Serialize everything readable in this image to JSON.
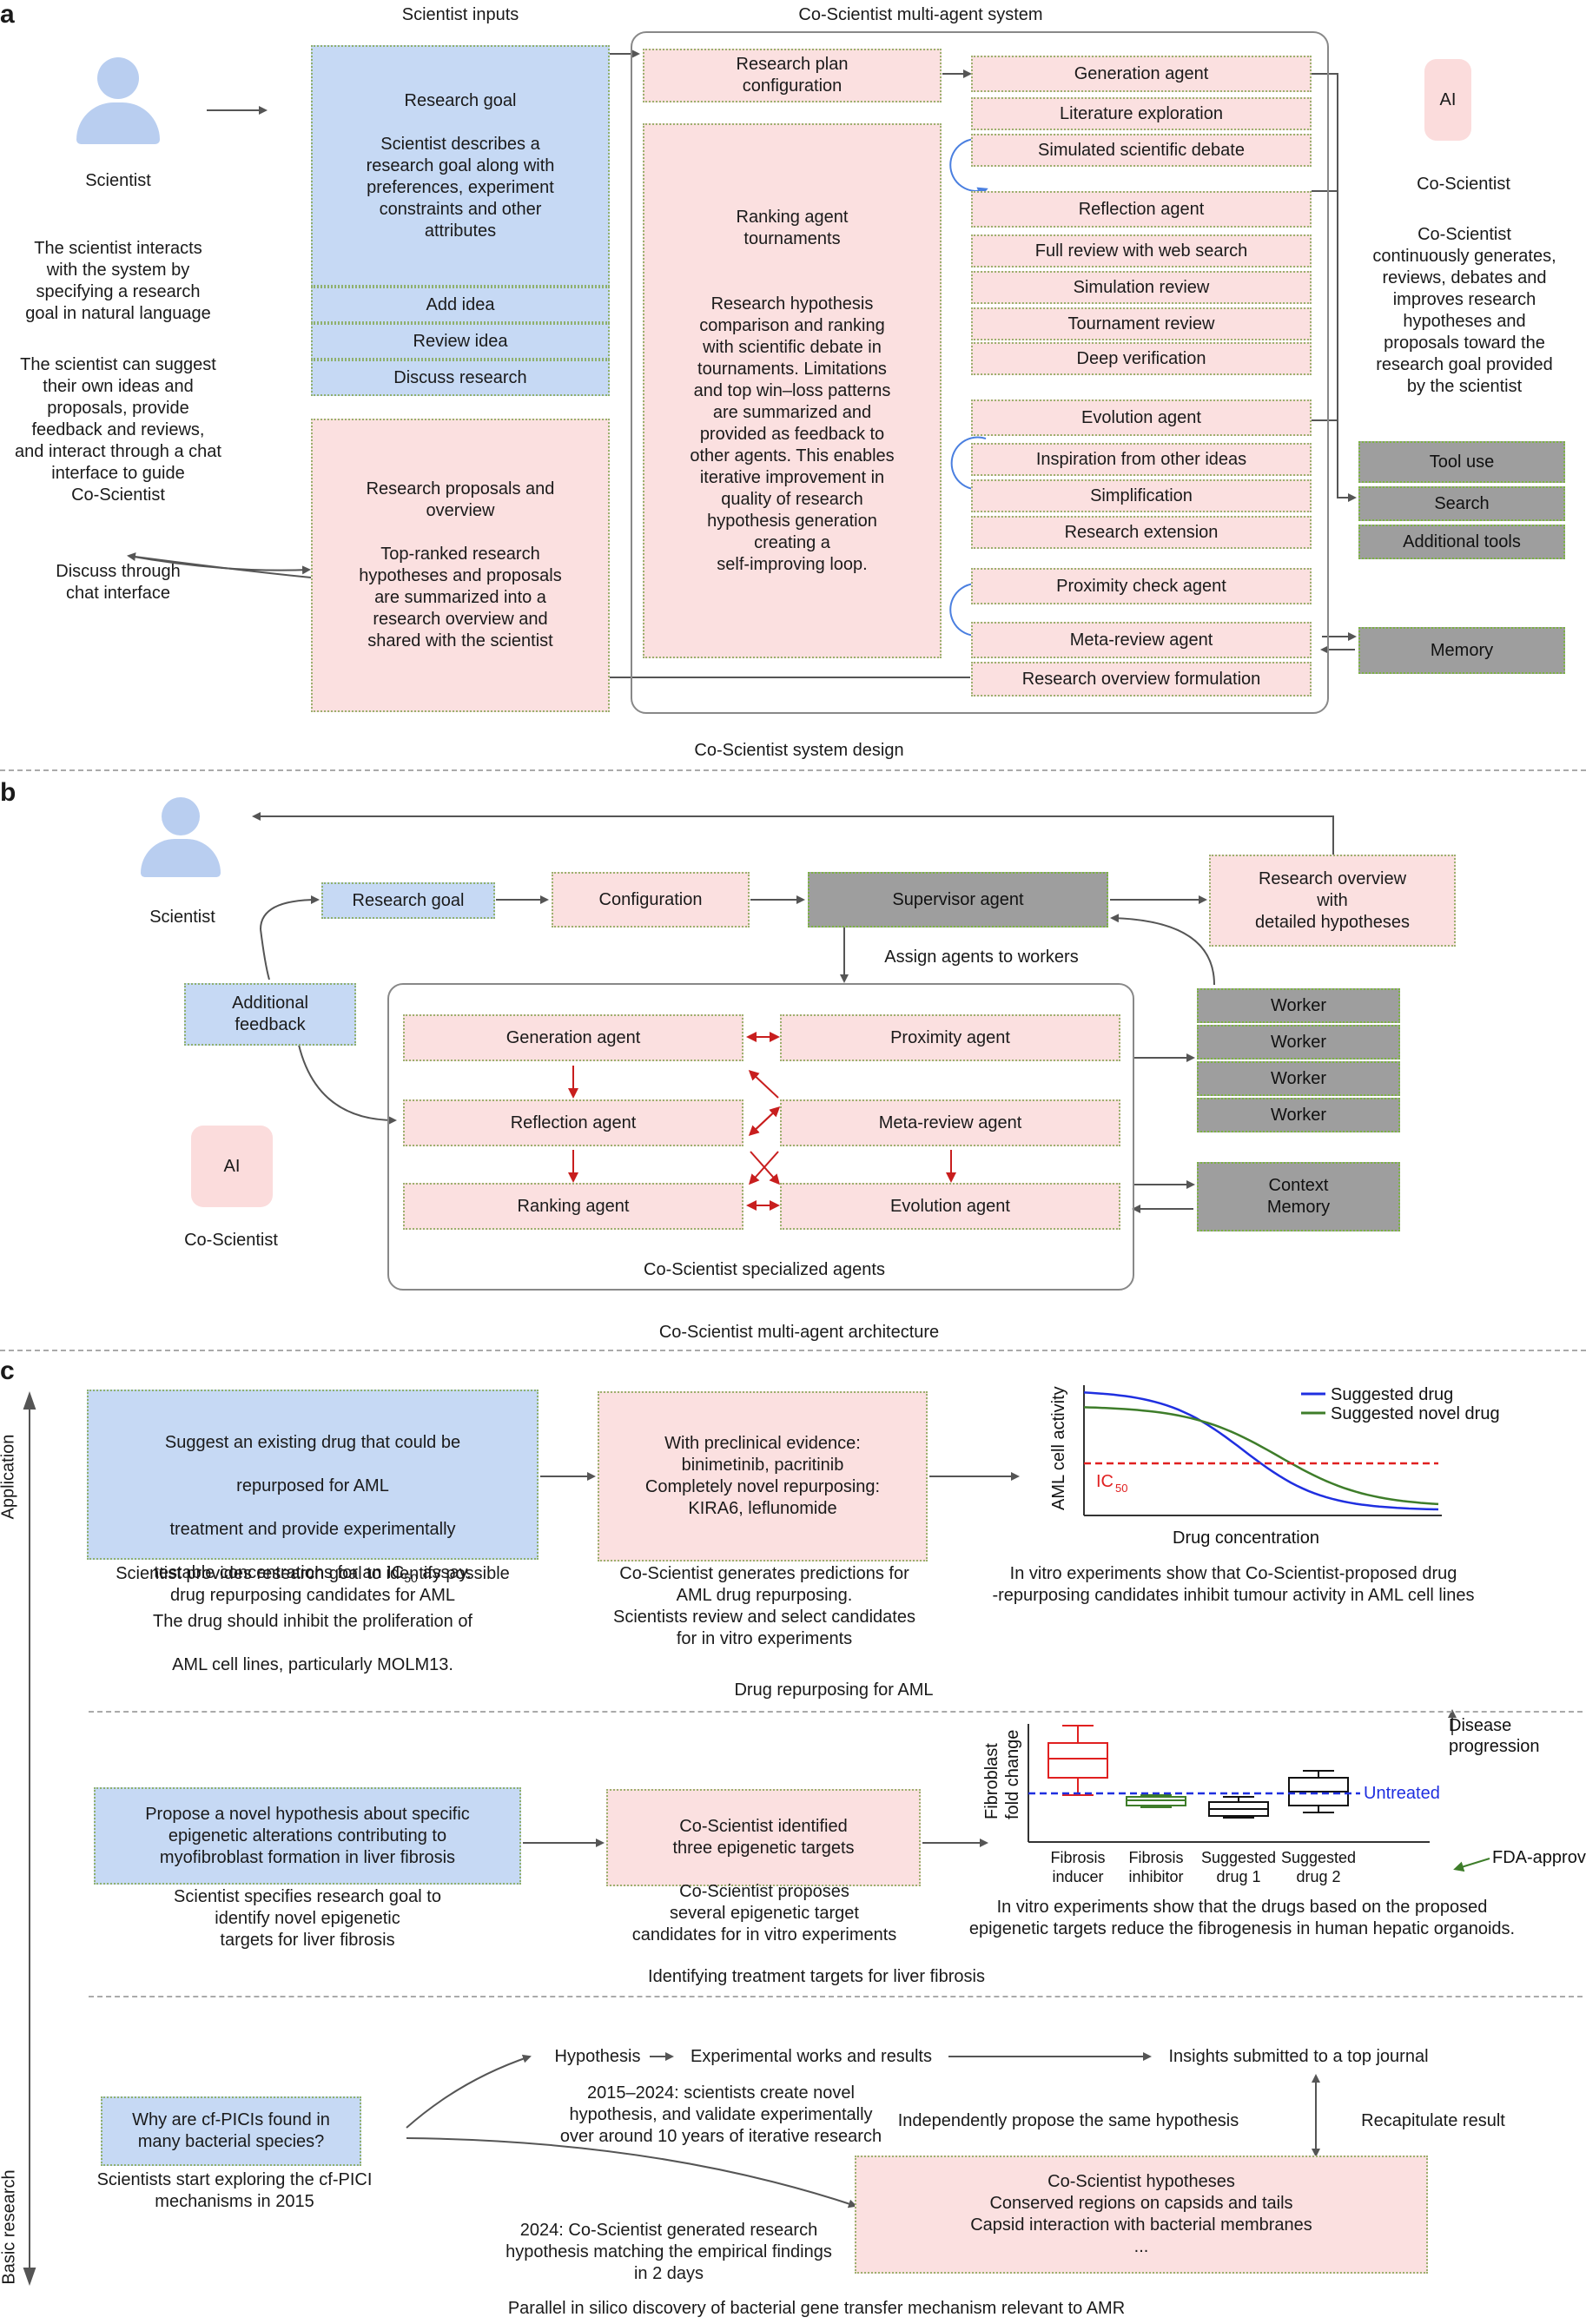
{
  "panel_a": {
    "label": "a",
    "scientist_inputs_header": "Scientist inputs",
    "system_header": "Co-Scientist multi-agent system",
    "scientist_label": "Scientist",
    "scientist_desc1": "The scientist interacts\nwith the system by\nspecifying a research\ngoal in natural language",
    "scientist_desc2": "The scientist can suggest\ntheir own ideas and\nproposals, provide\nfeedback and reviews,\nand interact through a chat\ninterface to guide\nCo-Scientist",
    "discuss_label": "Discuss through\nchat interface",
    "research_goal": "Research goal\n\nScientist describes a\nresearch goal along with\npreferences, experiment\nconstraints and other\nattributes",
    "add_idea": "Add idea",
    "review_idea": "Review idea",
    "discuss_research": "Discuss research",
    "proposals": "Research proposals and\noverview\n\nTop-ranked research\nhypotheses and proposals\nare summarized into a\nresearch overview and\nshared with the scientist",
    "plan_config": "Research plan\nconfiguration",
    "ranking": "Ranking agent\ntournaments\n\n\nResearch hypothesis\ncomparison and ranking\nwith scientific debate in\ntournaments. Limitations\nand top win–loss patterns\nare summarized and\nprovided as feedback to\nother agents. This enables\niterative improvement in\nquality of research\nhypothesis generation\ncreating a\nself-improving loop.",
    "generation_agent": "Generation agent",
    "literature": "Literature exploration",
    "sim_debate": "Simulated scientific debate",
    "reflection_agent": "Reflection agent",
    "full_review": "Full review with web search",
    "sim_review": "Simulation review",
    "tourn_review": "Tournament review",
    "deep_verif": "Deep verification",
    "evolution_agent": "Evolution agent",
    "inspiration": "Inspiration from other ideas",
    "simplification": "Simplification",
    "research_ext": "Research extension",
    "proximity": "Proximity check agent",
    "meta_review": "Meta-review agent",
    "overview_form": "Research overview formulation",
    "ai_badge": "AI",
    "coscientist_label": "Co-Scientist",
    "coscientist_desc": "Co-Scientist\ncontinuously generates,\nreviews, debates and\nimproves research\nhypotheses and\nproposals toward the\nresearch goal provided\nby the scientist",
    "tool_use": "Tool use",
    "search": "Search",
    "additional_tools": "Additional tools",
    "memory": "Memory",
    "caption": "Co-Scientist system design"
  },
  "panel_b": {
    "label": "b",
    "scientist_label": "Scientist",
    "research_goal": "Research goal",
    "configuration": "Configuration",
    "supervisor": "Supervisor agent",
    "overview": "Research overview\nwith\ndetailed hypotheses",
    "assign": "Assign agents to workers",
    "feedback": "Additional\nfeedback",
    "generation": "Generation agent",
    "proximity": "Proximity agent",
    "reflection": "Reflection agent",
    "meta_review": "Meta-review agent",
    "ranking": "Ranking agent",
    "evolution": "Evolution agent",
    "specialized": "Co-Scientist specialized agents",
    "workers": [
      "Worker",
      "Worker",
      "Worker",
      "Worker"
    ],
    "context_memory": "Context\nMemory",
    "ai_badge": "AI",
    "coscientist_label": "Co-Scientist",
    "caption": "Co-Scientist multi-agent architecture"
  },
  "panel_c": {
    "label": "c",
    "axis_top": "Application",
    "axis_bottom": "Basic research",
    "aml_goal_lines": [
      "Suggest an existing drug that could be",
      "repurposed for AML",
      "treatment and provide experimentally",
      "testable concentrations for an IC50 assay.",
      "The drug should inhibit the proliferation of",
      "AML cell lines, particularly MOLM13."
    ],
    "aml_goal_caption": "Scientist provides research goal to identify possible\ndrug repurposing candidates for AML",
    "aml_pred": "With preclinical evidence:\nbinimetinib, pacritinib\nCompletely novel repurposing:\nKIRA6, leflunomide",
    "aml_pred_caption": "Co-Scientist generates predictions for\nAML drug repurposing.\nScientists review and select candidates\nfor in vitro experiments",
    "aml_exp_caption": "In vitro experiments show that Co-Scientist-proposed drug\n-repurposing candidates inhibit tumour activity in AML cell lines",
    "aml_section_caption": "Drug repurposing for AML",
    "fib_goal": "Propose a novel hypothesis about specific\nepigenetic alterations contributing to\nmyofibroblast formation in liver fibrosis",
    "fib_goal_caption": "Scientist specifies research goal to\nidentify novel epigenetic\ntargets for liver fibrosis",
    "fib_targets": "Co-Scientist identified\nthree epigenetic targets",
    "fib_targets_caption": "Co-Scientist proposes\nseveral epigenetic target\ncandidates for in vitro experiments",
    "fib_exp_caption": "In vitro experiments show that the drugs based on the proposed\nepigenetic targets reduce the fibrogenesis in human hepatic organoids.",
    "fib_section_caption": "Identifying treatment targets for liver fibrosis",
    "cf_question": "Why are cf-PICIs found in\nmany bacterial species?",
    "cf_question_caption": "Scientists start exploring the cf-PICI\nmechanisms in 2015",
    "hypothesis": "Hypothesis",
    "experimental": "Experimental works and results",
    "insights": "Insights submitted to a top journal",
    "history": "2015–2024: scientists create novel\nhypothesis, and validate experimentally\nover around 10 years of iterative research",
    "independent": "Independently propose the same hypothesis",
    "recapitulate": "Recapitulate result",
    "cs_hypotheses": "Co-Scientist hypotheses\nConserved regions on capsids and tails\nCapsid interaction with bacterial membranes\n...",
    "cs_2024": "2024: Co-Scientist generated research\nhypothesis matching the empirical findings\nin 2 days",
    "cf_section_caption": "Parallel in silico discovery of bacterial gene transfer mechanism relevant to AMR"
  },
  "chart_data": [
    {
      "type": "line",
      "xlabel": "Drug concentration",
      "ylabel": "AML cell activity",
      "threshold_label": "IC",
      "threshold_subscript": "50",
      "series": [
        {
          "name": "Suggested drug",
          "color": "#1f2fe0"
        },
        {
          "name": "Suggested novel drug",
          "color": "#3e7d2a"
        }
      ],
      "colors": {
        "threshold": "#e02020"
      }
    },
    {
      "type": "box",
      "ylabel": "Fibroblast\nfold change",
      "categories": [
        "Fibrosis\ninducer",
        "Fibrosis\ninhibitor",
        "Suggested\ndrug 1",
        "Suggested\ndrug 2"
      ],
      "colors": [
        "#e02020",
        "#3e7d2a",
        "#111111",
        "#111111"
      ],
      "reference_label": "Untreated",
      "reference_color": "#1f2fe0",
      "legend_up": "Disease\nprogression",
      "legend_fda": "FDA-approved",
      "fda_color": "#3e7d2a"
    }
  ]
}
